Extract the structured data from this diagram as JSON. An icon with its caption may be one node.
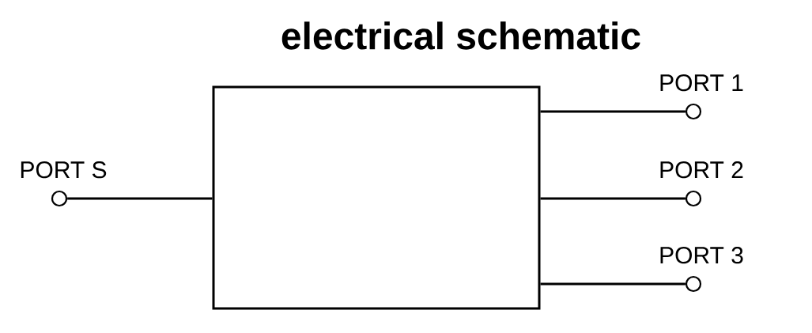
{
  "diagram": {
    "title": "electrical schematic",
    "nodes": [
      {
        "text": [],
        "shape": "box"
      },
      {
        "text": [
          "PORT S"
        ]
      },
      {
        "text": [
          "PORT 1"
        ]
      },
      {
        "text": [
          "PORT 2"
        ]
      },
      {
        "text": [
          "PORT 3"
        ]
      }
    ],
    "edges": [
      {
        "from": 1,
        "to": 0,
        "arrow": "none"
      },
      {
        "from": 0,
        "to": 2,
        "arrow": "none"
      },
      {
        "from": 0,
        "to": 3,
        "arrow": "none"
      },
      {
        "from": 0,
        "to": 4,
        "arrow": "none"
      }
    ]
  }
}
